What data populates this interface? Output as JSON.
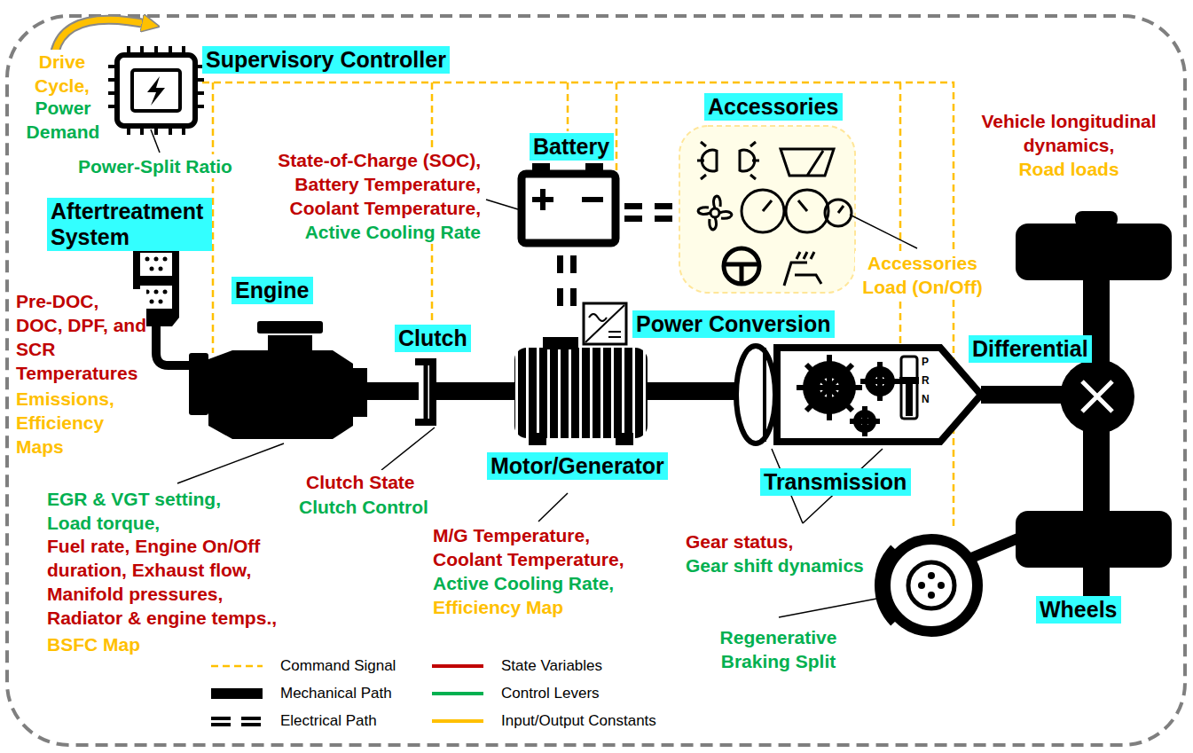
{
  "diagram": {
    "nodes": [
      {
        "text": [
          "Supervisory Controller"
        ]
      },
      {
        "text": [
          "Accessories"
        ]
      },
      {
        "text": [
          "Battery"
        ]
      },
      {
        "text": [
          "Aftertreatment System"
        ]
      },
      {
        "text": [
          "Engine"
        ]
      },
      {
        "text": [
          "Clutch"
        ]
      },
      {
        "text": [
          "Power Conversion"
        ]
      },
      {
        "text": [
          "Differential"
        ]
      },
      {
        "text": [
          "Motor/Generator"
        ]
      },
      {
        "text": [
          "Transmission"
        ]
      },
      {
        "text": [
          "Wheels"
        ]
      }
    ],
    "labels": [
      "Drive Cycle,",
      "Power Demand",
      "Power-Split Ratio",
      "State-of-Charge (SOC), Battery Temperature, Coolant Temperature,",
      "Active Cooling Rate",
      "Vehicle longitudinal dynamics,",
      "Road loads",
      "Accessories Load (On/Off)",
      "Pre-DOC, DOC, DPF, and SCR Temperatures",
      "Emissions, Efficiency Maps",
      "P",
      "R",
      "N",
      "EGR & VGT setting, Load torque,",
      "Fuel rate, Engine On/Off duration, Exhaust flow, Manifold pressures, Radiator & engine temps.,",
      "BSFC Map",
      "Clutch State",
      "Clutch Control",
      "M/G Temperature, Coolant Temperature,",
      "Active Cooling Rate,",
      "Efficiency Map",
      "Gear status,",
      "Gear shift dynamics",
      "Regenerative Braking Split"
    ],
    "legend": [
      {
        "text": "Command Signal"
      },
      {
        "text": "Mechanical Path"
      },
      {
        "text": "Electrical Path"
      },
      {
        "text": "State Variables",
        "color": "#c00000"
      },
      {
        "text": "Control Levers",
        "color": "#00b050"
      },
      {
        "text": "Input/Output Constants",
        "color": "#ffc000"
      }
    ]
  }
}
